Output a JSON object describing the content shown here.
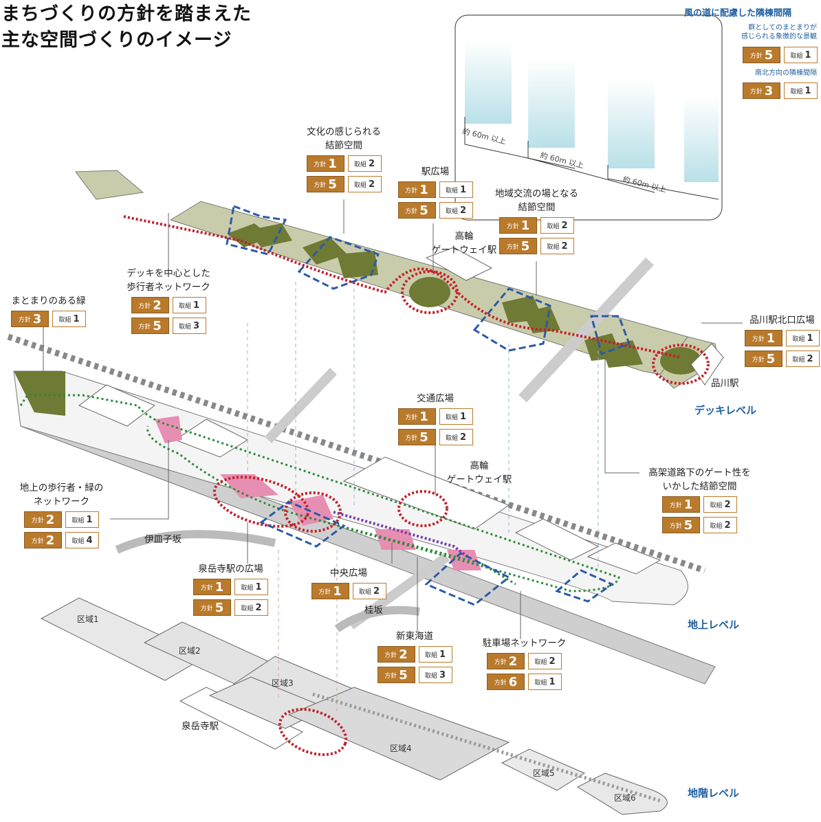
{
  "title": {
    "line1": "まちづくりの方針を踏まえた",
    "line2": "主な空間づくりのイメージ"
  },
  "badge_labels": {
    "policy": "方針",
    "initiative": "取組"
  },
  "colors": {
    "accent_blue": "#1f5fa0",
    "badge_brown": "#b97a2c",
    "deck_green": "#6f7a35",
    "deck_light": "#c9ccaa",
    "red_dotted": "#c4202a",
    "green_dotted": "#2d8a3a",
    "pink": "#e78fb2",
    "blue_dashed": "#2b5aa6"
  },
  "wind": {
    "title": "風の道に配慮した隣棟間隔",
    "sub1_line1": "群としてのまとまりが",
    "sub1_line2": "感じられる象徴的な景観",
    "sub2": "南北方向の隣棟間隔",
    "dist1": "約 60m 以上",
    "dist2": "約 60m 以上",
    "dist3": "約 60m 以上",
    "badges": [
      {
        "policy": "5",
        "initiative": "1"
      },
      {
        "policy": "3",
        "initiative": "1"
      }
    ]
  },
  "levels": {
    "deck": "デッキレベル",
    "ground": "地上レベル",
    "basement": "地階レベル"
  },
  "station_labels": {
    "takanawa_deck_line1": "高輪",
    "takanawa_deck_line2": "ゲートウェイ駅",
    "takanawa_ground_line1": "高輪",
    "takanawa_ground_line2": "ゲートウェイ駅",
    "shinagawa": "品川駅",
    "sengakuji": "泉岳寺駅"
  },
  "roads": {
    "isarago": "伊皿子坂",
    "katsura": "桂坂"
  },
  "areas": [
    "区域1",
    "区域2",
    "区域3",
    "区域4",
    "区域5",
    "区域6"
  ],
  "callouts": [
    {
      "id": "culture",
      "label_line1": "文化の感じられる",
      "label_line2": "結節空間",
      "badges": [
        {
          "policy": "1",
          "initiative": "2"
        },
        {
          "policy": "5",
          "initiative": "2"
        }
      ]
    },
    {
      "id": "station-plaza",
      "label_line1": "駅広場",
      "label_line2": "",
      "badges": [
        {
          "policy": "1",
          "initiative": "1"
        },
        {
          "policy": "5",
          "initiative": "2"
        }
      ]
    },
    {
      "id": "community",
      "label_line1": "地域交流の場となる",
      "label_line2": "結節空間",
      "badges": [
        {
          "policy": "1",
          "initiative": "2"
        },
        {
          "policy": "5",
          "initiative": "2"
        }
      ]
    },
    {
      "id": "deck-network",
      "label_line1": "デッキを中心とした",
      "label_line2": "歩行者ネットワーク",
      "badges": [
        {
          "policy": "2",
          "initiative": "1"
        },
        {
          "policy": "5",
          "initiative": "3"
        }
      ]
    },
    {
      "id": "green",
      "label_line1": "まとまりのある緑",
      "label_line2": "",
      "badges": [
        {
          "policy": "3",
          "initiative": "1"
        }
      ]
    },
    {
      "id": "shinagawa-north",
      "label_line1": "品川駅北口広場",
      "label_line2": "",
      "badges": [
        {
          "policy": "1",
          "initiative": "1"
        },
        {
          "policy": "5",
          "initiative": "2"
        }
      ]
    },
    {
      "id": "transit-plaza",
      "label_line1": "交通広場",
      "label_line2": "",
      "badges": [
        {
          "policy": "1",
          "initiative": "1"
        },
        {
          "policy": "5",
          "initiative": "2"
        }
      ]
    },
    {
      "id": "elevated-gate",
      "label_line1": "高架道路下のゲート性を",
      "label_line2": "いかした結節空間",
      "badges": [
        {
          "policy": "1",
          "initiative": "2"
        },
        {
          "policy": "5",
          "initiative": "2"
        }
      ]
    },
    {
      "id": "ground-network",
      "label_line1": "地上の歩行者・緑の",
      "label_line2": "ネットワーク",
      "badges": [
        {
          "policy": "2",
          "initiative": "1"
        },
        {
          "policy": "2",
          "initiative": "4"
        }
      ]
    },
    {
      "id": "sengakuji-plaza",
      "label_line1": "泉岳寺駅の広場",
      "label_line2": "",
      "badges": [
        {
          "policy": "1",
          "initiative": "1"
        },
        {
          "policy": "5",
          "initiative": "2"
        }
      ]
    },
    {
      "id": "central-plaza",
      "label_line1": "中央広場",
      "label_line2": "",
      "badges": [
        {
          "policy": "1",
          "initiative": "2"
        }
      ]
    },
    {
      "id": "shin-tokaido",
      "label_line1": "新東海道",
      "label_line2": "",
      "badges": [
        {
          "policy": "2",
          "initiative": "1"
        },
        {
          "policy": "5",
          "initiative": "3"
        }
      ]
    },
    {
      "id": "parking",
      "label_line1": "駐車場ネットワーク",
      "label_line2": "",
      "badges": [
        {
          "policy": "2",
          "initiative": "2"
        },
        {
          "policy": "6",
          "initiative": "1"
        }
      ]
    }
  ]
}
